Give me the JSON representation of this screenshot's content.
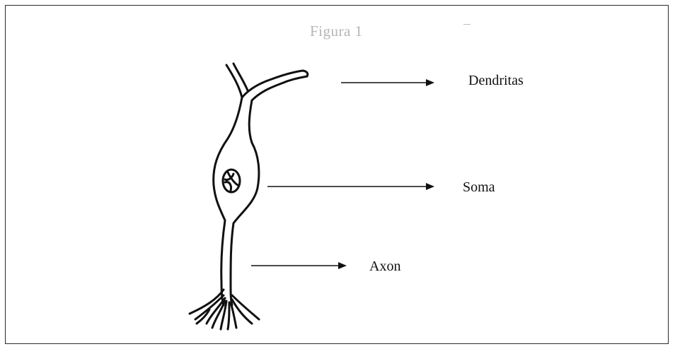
{
  "figure": {
    "title": "Figura 1"
  },
  "labels": {
    "dendrites": "Dendritas",
    "soma": "Soma",
    "axon": "Axon"
  },
  "colors": {
    "line": "#111111",
    "frame": "#2a2a2a",
    "title": "#b5b5b5"
  }
}
